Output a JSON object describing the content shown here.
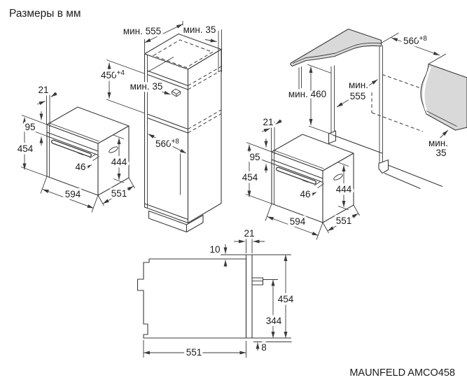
{
  "title": "Размеры в мм",
  "model": "MAUNFELD AMCO458",
  "oven": {
    "front_frame": "21",
    "panel_height": "95",
    "height": "454",
    "handle_depth": "46",
    "body_height": "444",
    "width": "594",
    "depth": "551"
  },
  "column_cabinet": {
    "min_depth": "мин. 555",
    "rear_wall_gap": "мин. 35",
    "niche_height": "450",
    "niche_height_tol": "+4",
    "shelf_rear_gap": "мин. 35",
    "niche_width": "560",
    "niche_width_tol": "+8"
  },
  "base_cabinet": {
    "niche_width": "560",
    "niche_width_tol": "+8",
    "min_height": "мин. 460",
    "min_depth_line1": "мин.",
    "min_depth_line2": "555",
    "rear_gap_line1": "мин.",
    "rear_gap_line2": "35"
  },
  "side_view": {
    "front_frame": "21",
    "top_gap": "10",
    "height": "454",
    "handle_height": "344",
    "depth": "551",
    "bottom_gap": "8"
  }
}
